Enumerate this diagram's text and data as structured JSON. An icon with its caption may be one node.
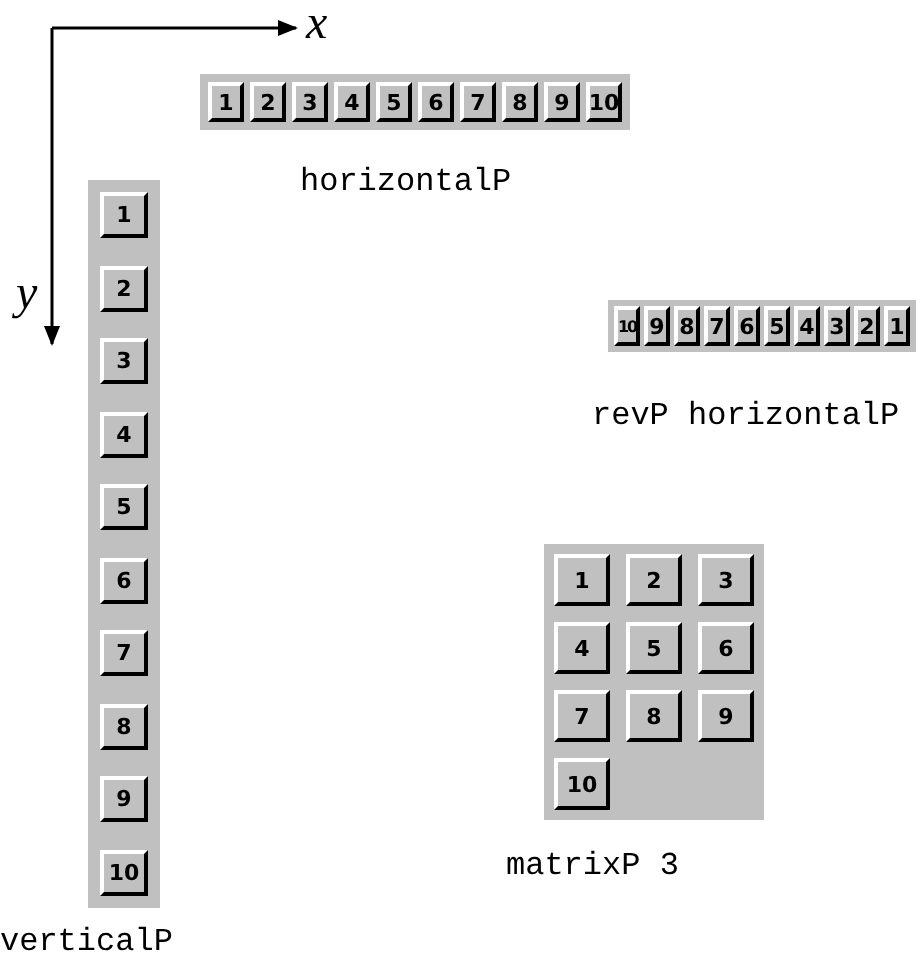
{
  "diagram": {
    "nodes": [
      {
        "text": [
          "horizontalP"
        ]
      },
      {
        "text": [
          "1"
        ],
        "in": 0
      },
      {
        "text": [
          "2"
        ],
        "in": 0
      },
      {
        "text": [
          "3"
        ],
        "in": 0
      },
      {
        "text": [
          "4"
        ],
        "in": 0
      },
      {
        "text": [
          "5"
        ],
        "in": 0
      },
      {
        "text": [
          "6"
        ],
        "in": 0
      },
      {
        "text": [
          "7"
        ],
        "in": 0
      },
      {
        "text": [
          "8"
        ],
        "in": 0
      },
      {
        "text": [
          "9"
        ],
        "in": 0
      },
      {
        "text": [
          "10"
        ],
        "in": 0
      },
      {
        "text": [
          "verticalP"
        ]
      },
      {
        "text": [
          "1"
        ],
        "in": 11
      },
      {
        "text": [
          "2"
        ],
        "in": 11
      },
      {
        "text": [
          "3"
        ],
        "in": 11
      },
      {
        "text": [
          "4"
        ],
        "in": 11
      },
      {
        "text": [
          "5"
        ],
        "in": 11
      },
      {
        "text": [
          "6"
        ],
        "in": 11
      },
      {
        "text": [
          "7"
        ],
        "in": 11
      },
      {
        "text": [
          "8"
        ],
        "in": 11
      },
      {
        "text": [
          "9"
        ],
        "in": 11
      },
      {
        "text": [
          "10"
        ],
        "in": 11
      },
      {
        "text": [
          "revP horizontalP"
        ]
      },
      {
        "text": [
          "10"
        ],
        "in": 22
      },
      {
        "text": [
          "9"
        ],
        "in": 22
      },
      {
        "text": [
          "8"
        ],
        "in": 22
      },
      {
        "text": [
          "7"
        ],
        "in": 22
      },
      {
        "text": [
          "6"
        ],
        "in": 22
      },
      {
        "text": [
          "5"
        ],
        "in": 22
      },
      {
        "text": [
          "4"
        ],
        "in": 22
      },
      {
        "text": [
          "3"
        ],
        "in": 22
      },
      {
        "text": [
          "2"
        ],
        "in": 22
      },
      {
        "text": [
          "1"
        ],
        "in": 22
      },
      {
        "text": [
          "matrixP 3"
        ]
      },
      {
        "text": [
          "1"
        ],
        "in": 33
      },
      {
        "text": [
          "2"
        ],
        "in": 33
      },
      {
        "text": [
          "3"
        ],
        "in": 33
      },
      {
        "text": [
          "4"
        ],
        "in": 33
      },
      {
        "text": [
          "5"
        ],
        "in": 33
      },
      {
        "text": [
          "6"
        ],
        "in": 33
      },
      {
        "text": [
          "7"
        ],
        "in": 33
      },
      {
        "text": [
          "8"
        ],
        "in": 33
      },
      {
        "text": [
          "9"
        ],
        "in": 33
      },
      {
        "text": [
          "10"
        ],
        "in": 33
      }
    ],
    "labels": [
      "x",
      "y"
    ]
  }
}
